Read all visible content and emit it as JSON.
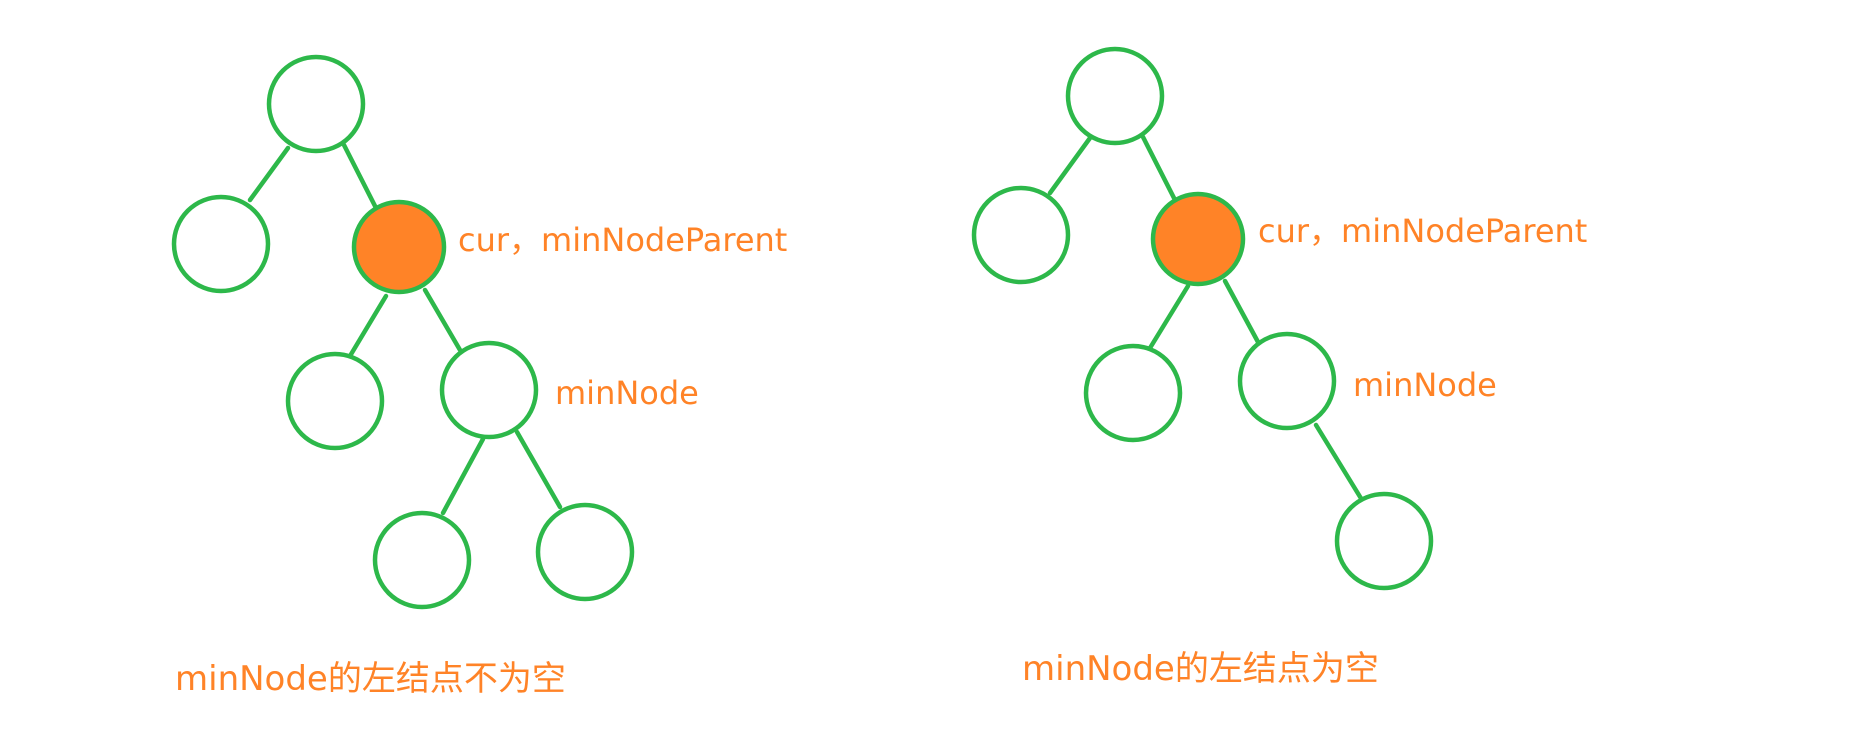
{
  "colors": {
    "node_stroke": "#2db84a",
    "highlight_fill": "#ff8327",
    "text": "#ff8327"
  },
  "left_diagram": {
    "cur_label": "cur，minNodeParent",
    "min_label": "minNode",
    "caption": "minNode的左结点不为空"
  },
  "right_diagram": {
    "cur_label": "cur，minNodeParent",
    "min_label": "minNode",
    "caption": "minNode的左结点为空"
  }
}
